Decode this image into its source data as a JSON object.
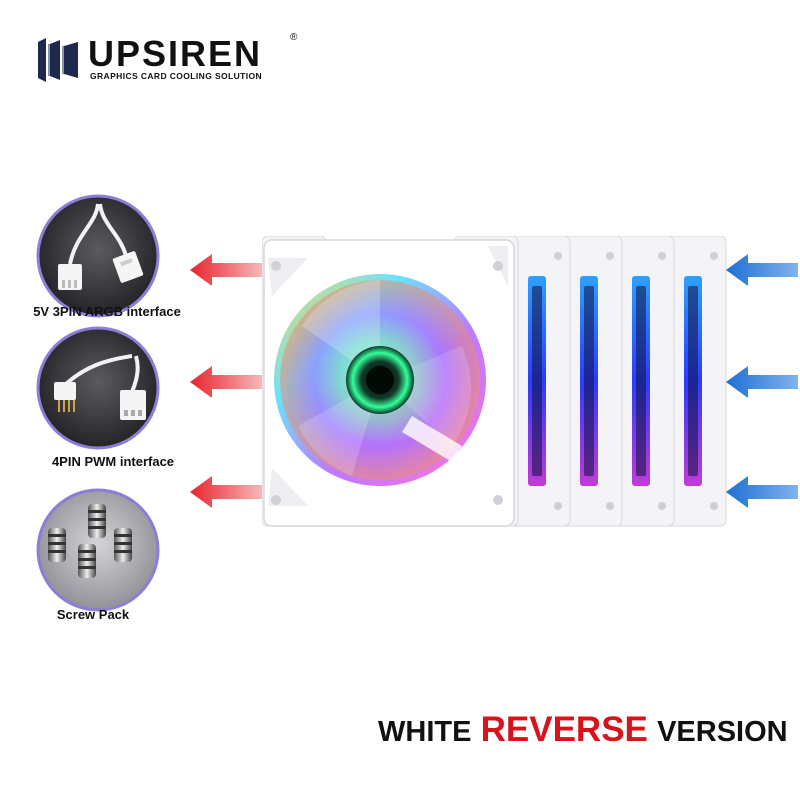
{
  "brand": {
    "name": "UPSIREN",
    "registered": "®",
    "tagline": "GRAPHICS CARD COOLING SOLUTION",
    "logo_icon": "upsiren-logo-icon",
    "logo_color": "#1d2a4d"
  },
  "accessories": [
    {
      "icon": "argb-cable-icon",
      "label": "5V 3PIN ARGB interface"
    },
    {
      "icon": "pwm-cable-icon",
      "label": "4PIN PWM interface"
    },
    {
      "icon": "screw-pack-icon",
      "label": "Screw Pack"
    }
  ],
  "airflow": {
    "outflow_color": "#e8232b",
    "inflow_color": "#1e6fd2"
  },
  "banner": {
    "part1": "WHITE",
    "part2": "REVERSE",
    "part3": "VERSION",
    "highlight_color": "#d8131a"
  }
}
